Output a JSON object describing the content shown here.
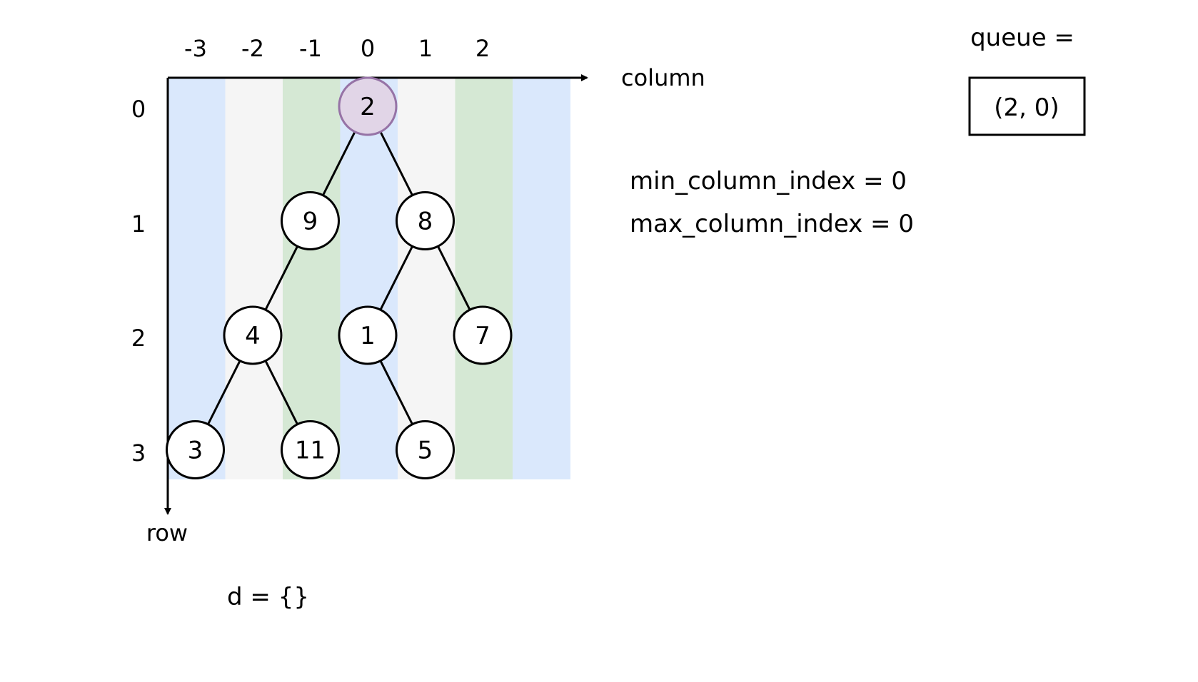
{
  "axes": {
    "column_label": "column",
    "row_label": "row",
    "column_ticks": [
      "-3",
      "-2",
      "-1",
      "0",
      "1",
      "2"
    ],
    "row_ticks": [
      "0",
      "1",
      "2",
      "3"
    ]
  },
  "column_band_colors": [
    "#dae8fc",
    "#f5f5f5",
    "#d5e8d4",
    "#dae8fc",
    "#f5f5f5",
    "#d5e8d4",
    "#dae8fc"
  ],
  "tree": {
    "nodes": [
      {
        "id": "n2",
        "value": "2",
        "row": 0,
        "col": 0,
        "highlighted": true
      },
      {
        "id": "n9",
        "value": "9",
        "row": 1,
        "col": -1,
        "highlighted": false
      },
      {
        "id": "n8",
        "value": "8",
        "row": 1,
        "col": 1,
        "highlighted": false
      },
      {
        "id": "n4",
        "value": "4",
        "row": 2,
        "col": -2,
        "highlighted": false
      },
      {
        "id": "n1",
        "value": "1",
        "row": 2,
        "col": 0,
        "highlighted": false
      },
      {
        "id": "n7",
        "value": "7",
        "row": 2,
        "col": 2,
        "highlighted": false
      },
      {
        "id": "n3",
        "value": "3",
        "row": 3,
        "col": -3,
        "highlighted": false
      },
      {
        "id": "n11",
        "value": "11",
        "row": 3,
        "col": -1,
        "highlighted": false
      },
      {
        "id": "n5",
        "value": "5",
        "row": 3,
        "col": 1,
        "highlighted": false
      }
    ],
    "edges": [
      [
        "n2",
        "n9"
      ],
      [
        "n2",
        "n8"
      ],
      [
        "n9",
        "n4"
      ],
      [
        "n8",
        "n1"
      ],
      [
        "n8",
        "n7"
      ],
      [
        "n4",
        "n3"
      ],
      [
        "n4",
        "n11"
      ],
      [
        "n1",
        "n5"
      ]
    ]
  },
  "highlight_colors": {
    "fill": "#e1d5e7",
    "stroke": "#9673a6"
  },
  "queue": {
    "label": "queue =",
    "items": [
      "(2, 0)"
    ]
  },
  "vars": {
    "min_column_index": "min_column_index = 0",
    "max_column_index": "max_column_index = 0",
    "d": "d = {}"
  }
}
